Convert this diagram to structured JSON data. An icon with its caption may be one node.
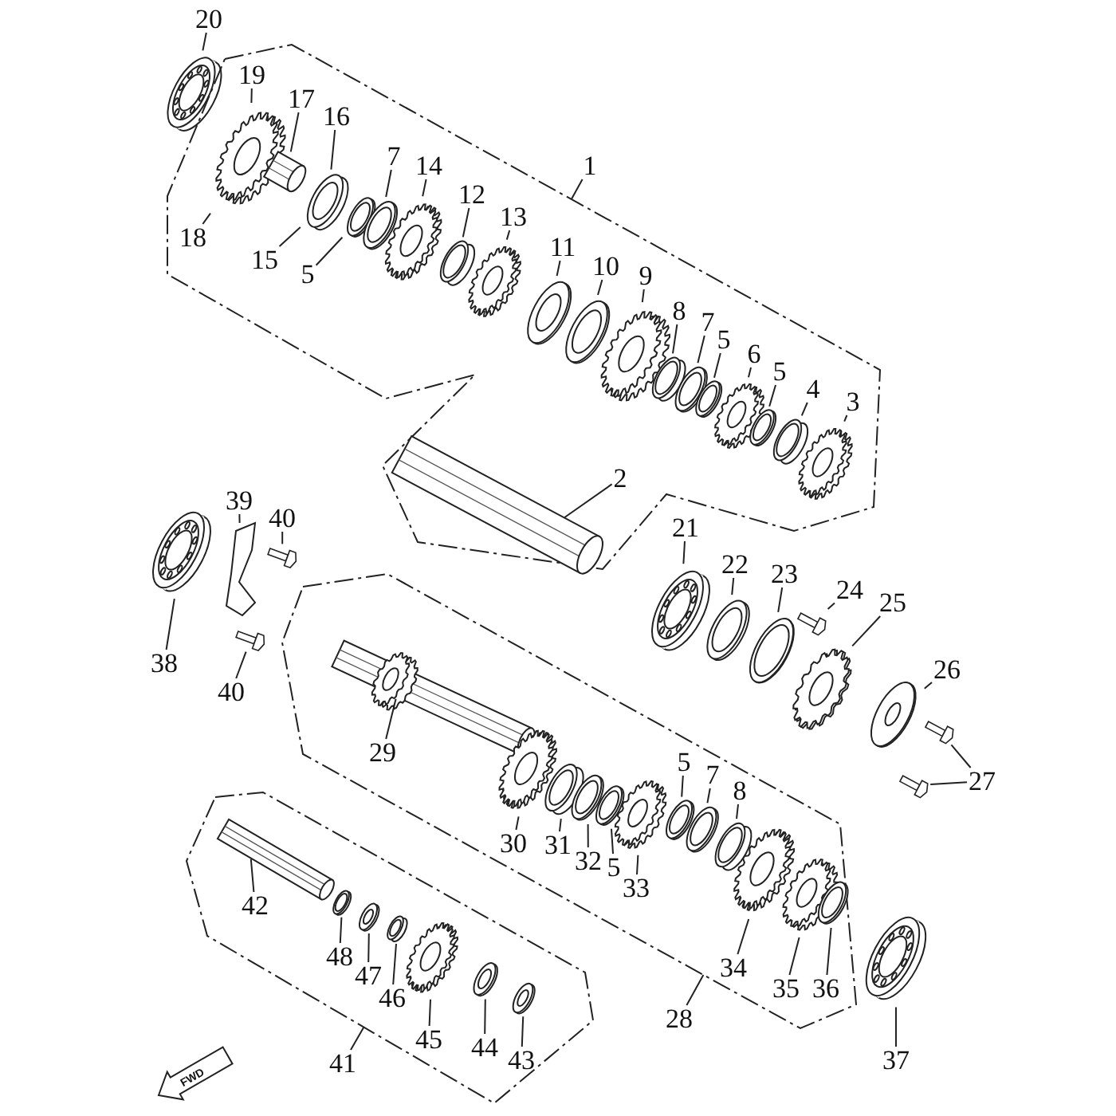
{
  "diagram": {
    "nodes": [
      {
        "text": [],
        "shape": "polygon"
      },
      {
        "text": [],
        "shape": "polygon"
      },
      {
        "text": [],
        "shape": "polygon"
      },
      {
        "text": [
          "20"
        ]
      },
      {
        "text": [
          "19"
        ],
        "in": 0
      },
      {
        "text": [
          "17"
        ],
        "in": 0
      },
      {
        "text": [
          "16"
        ],
        "in": 0
      },
      {
        "text": [
          "7"
        ],
        "in": 0
      },
      {
        "text": [
          "14"
        ],
        "in": 0
      },
      {
        "text": [
          "12"
        ],
        "in": 0
      },
      {
        "text": [
          "13"
        ],
        "in": 0
      },
      {
        "text": [
          "1"
        ]
      },
      {
        "text": [
          "18"
        ],
        "in": 0
      },
      {
        "text": [
          "15"
        ],
        "in": 0
      },
      {
        "text": [
          "5"
        ],
        "in": 0
      },
      {
        "text": [
          "11"
        ],
        "in": 0
      },
      {
        "text": [
          "10"
        ],
        "in": 0
      },
      {
        "text": [
          "9"
        ],
        "in": 0
      },
      {
        "text": [
          "8"
        ],
        "in": 0
      },
      {
        "text": [
          "7"
        ],
        "in": 0
      },
      {
        "text": [
          "5"
        ],
        "in": 0
      },
      {
        "text": [
          "6"
        ],
        "in": 0
      },
      {
        "text": [
          "5"
        ],
        "in": 0
      },
      {
        "text": [
          "4"
        ],
        "in": 0
      },
      {
        "text": [
          "3"
        ],
        "in": 0
      },
      {
        "text": [
          "2"
        ],
        "in": 0
      },
      {
        "text": [
          "39"
        ]
      },
      {
        "text": [
          "40"
        ]
      },
      {
        "text": [
          "21"
        ]
      },
      {
        "text": [
          "22"
        ]
      },
      {
        "text": [
          "23"
        ]
      },
      {
        "text": [
          "24"
        ]
      },
      {
        "text": [
          "25"
        ]
      },
      {
        "text": [
          "38"
        ]
      },
      {
        "text": [
          "26"
        ]
      },
      {
        "text": [
          "40"
        ]
      },
      {
        "text": [
          "29"
        ],
        "in": 1
      },
      {
        "text": [
          "27"
        ]
      },
      {
        "text": [
          "5"
        ],
        "in": 1
      },
      {
        "text": [
          "7"
        ],
        "in": 1
      },
      {
        "text": [
          "8"
        ],
        "in": 1
      },
      {
        "text": [
          "30"
        ],
        "in": 1
      },
      {
        "text": [
          "31"
        ],
        "in": 1
      },
      {
        "text": [
          "32"
        ],
        "in": 1
      },
      {
        "text": [
          "5"
        ],
        "in": 1
      },
      {
        "text": [
          "33"
        ],
        "in": 1
      },
      {
        "text": [
          "42"
        ],
        "in": 2
      },
      {
        "text": [
          "48"
        ],
        "in": 2
      },
      {
        "text": [
          "47"
        ],
        "in": 2
      },
      {
        "text": [
          "34"
        ],
        "in": 1
      },
      {
        "text": [
          "46"
        ],
        "in": 2
      },
      {
        "text": [
          "35"
        ],
        "in": 1
      },
      {
        "text": [
          "36"
        ],
        "in": 1
      },
      {
        "text": [
          "28"
        ]
      },
      {
        "text": [
          "45"
        ],
        "in": 2
      },
      {
        "text": [
          "44"
        ],
        "in": 2
      },
      {
        "text": [
          "43"
        ],
        "in": 2
      },
      {
        "text": [
          "41"
        ]
      },
      {
        "text": [
          "37"
        ]
      },
      {
        "text": [],
        "shape": "bearing"
      },
      {
        "text": [],
        "shape": "gear",
        "in": 0
      },
      {
        "text": [],
        "shape": "shaft",
        "in": 0
      },
      {
        "text": [],
        "shape": "ring",
        "in": 0
      },
      {
        "text": [],
        "shape": "ring",
        "in": 0
      },
      {
        "text": [],
        "shape": "ring",
        "in": 0
      },
      {
        "text": [],
        "shape": "gear",
        "in": 0
      },
      {
        "text": [],
        "shape": "ring",
        "in": 0
      },
      {
        "text": [],
        "shape": "gear",
        "in": 0
      },
      {
        "text": [],
        "shape": "ring",
        "in": 0
      },
      {
        "text": [],
        "shape": "ring",
        "in": 0
      },
      {
        "text": [],
        "shape": "gear",
        "in": 0
      },
      {
        "text": [],
        "shape": "ring",
        "in": 0
      },
      {
        "text": [],
        "shape": "ring",
        "in": 0
      },
      {
        "text": [],
        "shape": "ring",
        "in": 0
      },
      {
        "text": [],
        "shape": "gear",
        "in": 0
      },
      {
        "text": [],
        "shape": "ring",
        "in": 0
      },
      {
        "text": [],
        "shape": "ring",
        "in": 0
      },
      {
        "text": [],
        "shape": "gear",
        "in": 0
      },
      {
        "text": [],
        "shape": "shaft",
        "in": 0
      },
      {
        "text": [],
        "shape": "bearing"
      },
      {
        "text": [],
        "shape": "plate"
      },
      {
        "text": [],
        "shape": "bolt"
      },
      {
        "text": [],
        "shape": "bolt"
      },
      {
        "text": [],
        "shape": "shaft",
        "in": 1
      },
      {
        "text": [],
        "shape": "bearing"
      },
      {
        "text": [],
        "shape": "ring"
      },
      {
        "text": [],
        "shape": "ring"
      },
      {
        "text": [],
        "shape": "bolt"
      },
      {
        "text": [],
        "shape": "gear"
      },
      {
        "text": [],
        "shape": "ring"
      },
      {
        "text": [],
        "shape": "bolt"
      },
      {
        "text": [],
        "shape": "bolt"
      },
      {
        "text": [],
        "shape": "gear",
        "in": 1
      },
      {
        "text": [],
        "shape": "ring",
        "in": 1
      },
      {
        "text": [],
        "shape": "ring",
        "in": 1
      },
      {
        "text": [],
        "shape": "ring",
        "in": 1
      },
      {
        "text": [],
        "shape": "gear",
        "in": 1
      },
      {
        "text": [],
        "shape": "ring",
        "in": 1
      },
      {
        "text": [],
        "shape": "ring",
        "in": 1
      },
      {
        "text": [],
        "shape": "ring",
        "in": 1
      },
      {
        "text": [],
        "shape": "gear",
        "in": 1
      },
      {
        "text": [],
        "shape": "gear",
        "in": 1
      },
      {
        "text": [],
        "shape": "ring",
        "in": 1
      },
      {
        "text": [],
        "shape": "bearing"
      },
      {
        "text": [],
        "shape": "shaft",
        "in": 2
      },
      {
        "text": [],
        "shape": "ring",
        "in": 2
      },
      {
        "text": [],
        "shape": "ring",
        "in": 2
      },
      {
        "text": [],
        "shape": "ring",
        "in": 2
      },
      {
        "text": [],
        "shape": "gear",
        "in": 2
      },
      {
        "text": [],
        "shape": "ring",
        "in": 2
      },
      {
        "text": [],
        "shape": "ring",
        "in": 2
      }
    ],
    "edges": [
      {
        "from": 3,
        "to": 59,
        "arrow": "none"
      },
      {
        "from": 4,
        "to": 60,
        "arrow": "none"
      },
      {
        "from": 5,
        "to": 61,
        "arrow": "none"
      },
      {
        "from": 6,
        "to": 62,
        "arrow": "none"
      },
      {
        "from": 7,
        "to": 64,
        "arrow": "none"
      },
      {
        "from": 8,
        "to": 65,
        "arrow": "none"
      },
      {
        "from": 9,
        "to": 66,
        "arrow": "none"
      },
      {
        "from": 10,
        "to": 67,
        "arrow": "none"
      },
      {
        "from": 11,
        "to": 0,
        "arrow": "none"
      },
      {
        "from": 12,
        "to": 60,
        "arrow": "none"
      },
      {
        "from": 13,
        "to": 62,
        "arrow": "none"
      },
      {
        "from": 14,
        "to": 63,
        "arrow": "none"
      },
      {
        "from": 15,
        "to": 68,
        "arrow": "none"
      },
      {
        "from": 16,
        "to": 69,
        "arrow": "none"
      },
      {
        "from": 17,
        "to": 70,
        "arrow": "none"
      },
      {
        "from": 18,
        "to": 71,
        "arrow": "none"
      },
      {
        "from": 19,
        "to": 72,
        "arrow": "none"
      },
      {
        "from": 20,
        "to": 73,
        "arrow": "none"
      },
      {
        "from": 21,
        "to": 74,
        "arrow": "none"
      },
      {
        "from": 22,
        "to": 75,
        "arrow": "none"
      },
      {
        "from": 23,
        "to": 76,
        "arrow": "none"
      },
      {
        "from": 24,
        "to": 77,
        "arrow": "none"
      },
      {
        "from": 25,
        "to": 78,
        "arrow": "none"
      },
      {
        "from": 26,
        "to": 80,
        "arrow": "none"
      },
      {
        "from": 27,
        "to": 81,
        "arrow": "none"
      },
      {
        "from": 28,
        "to": 84,
        "arrow": "none"
      },
      {
        "from": 29,
        "to": 85,
        "arrow": "none"
      },
      {
        "from": 30,
        "to": 86,
        "arrow": "none"
      },
      {
        "from": 31,
        "to": 87,
        "arrow": "none"
      },
      {
        "from": 32,
        "to": 88,
        "arrow": "none"
      },
      {
        "from": 33,
        "to": 79,
        "arrow": "none"
      },
      {
        "from": 34,
        "to": 89,
        "arrow": "none"
      },
      {
        "from": 35,
        "to": 82,
        "arrow": "none"
      },
      {
        "from": 36,
        "to": 83,
        "arrow": "none"
      },
      {
        "from": 37,
        "to": 90,
        "arrow": "none"
      },
      {
        "from": 37,
        "to": 91,
        "arrow": "none"
      },
      {
        "from": 38,
        "to": 97,
        "arrow": "none"
      },
      {
        "from": 39,
        "to": 98,
        "arrow": "none"
      },
      {
        "from": 40,
        "to": 99,
        "arrow": "none"
      },
      {
        "from": 41,
        "to": 92,
        "arrow": "none"
      },
      {
        "from": 42,
        "to": 93,
        "arrow": "none"
      },
      {
        "from": 43,
        "to": 94,
        "arrow": "none"
      },
      {
        "from": 44,
        "to": 95,
        "arrow": "none"
      },
      {
        "from": 45,
        "to": 96,
        "arrow": "none"
      },
      {
        "from": 46,
        "to": 104,
        "arrow": "none"
      },
      {
        "from": 47,
        "to": 105,
        "arrow": "none"
      },
      {
        "from": 48,
        "to": 106,
        "arrow": "none"
      },
      {
        "from": 49,
        "to": 100,
        "arrow": "none"
      },
      {
        "from": 50,
        "to": 107,
        "arrow": "none"
      },
      {
        "from": 51,
        "to": 101,
        "arrow": "none"
      },
      {
        "from": 52,
        "to": 102,
        "arrow": "none"
      },
      {
        "from": 53,
        "to": 1,
        "arrow": "none"
      },
      {
        "from": 54,
        "to": 108,
        "arrow": "none"
      },
      {
        "from": 55,
        "to": 109,
        "arrow": "none"
      },
      {
        "from": 56,
        "to": 110,
        "arrow": "none"
      },
      {
        "from": 57,
        "to": 2,
        "arrow": "none"
      },
      {
        "from": 58,
        "to": 103,
        "arrow": "none"
      }
    ],
    "labels": [
      "FWD"
    ]
  }
}
